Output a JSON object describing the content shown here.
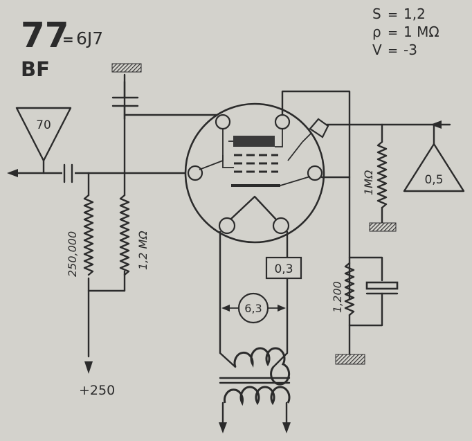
{
  "header": {
    "tube_number": "77",
    "equiv_sep": "=",
    "equivalent": "6J7",
    "function": "BF"
  },
  "specs": [
    {
      "symbol": "S",
      "sep": "=",
      "value": "1,2"
    },
    {
      "symbol": "ρ",
      "sep": "=",
      "value": "1 MΩ"
    },
    {
      "symbol": "V",
      "sep": "=",
      "value": "-3"
    }
  ],
  "amplifiers": {
    "output_gain": "70",
    "input_gain": "0,5"
  },
  "components": {
    "plate_resistor": "250,000",
    "screen_resistor": "1,2 MΩ",
    "grid_resistor": "1MΩ",
    "cathode_resistor": "1,200",
    "heater_current": "0,3",
    "heater_voltage": "6,3"
  },
  "supply": {
    "b_plus": "+250"
  }
}
